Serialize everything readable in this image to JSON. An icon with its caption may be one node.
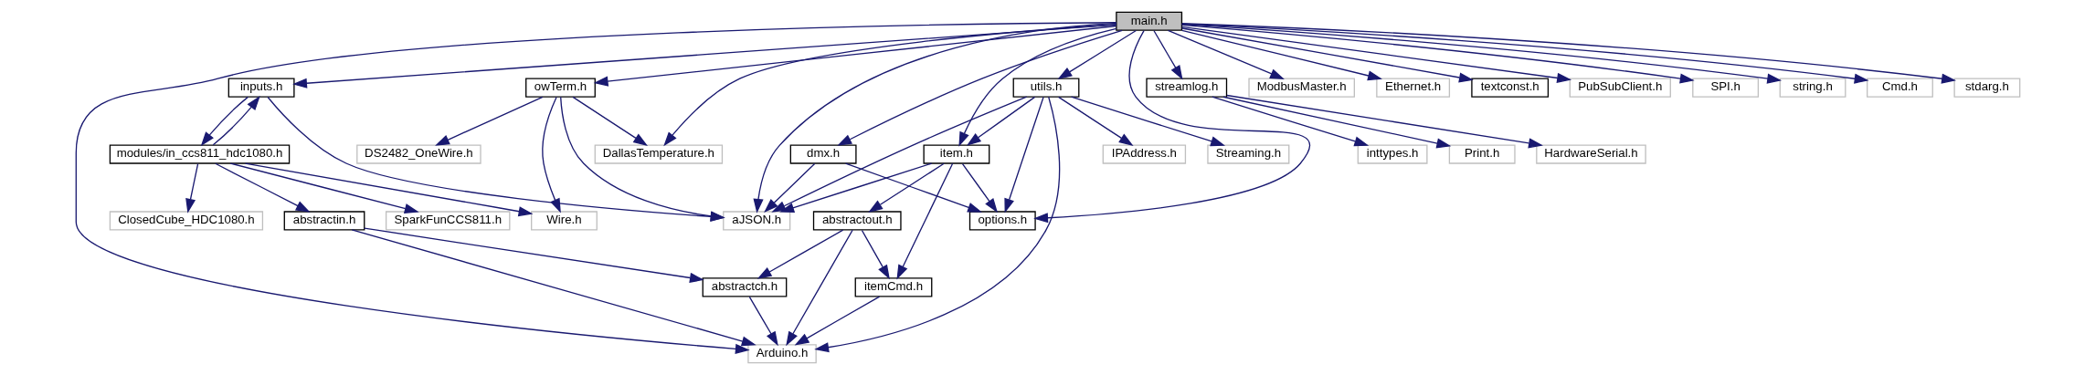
{
  "diagram": {
    "nodes": [
      {
        "text": [
          "main.h"
        ]
      },
      {
        "text": [
          "utils.h"
        ]
      },
      {
        "text": [
          "owTerm.h"
        ]
      },
      {
        "text": [
          "inputs.h"
        ]
      },
      {
        "text": [
          "streamlog.h"
        ]
      },
      {
        "text": [
          "ModbusMaster.h"
        ]
      },
      {
        "text": [
          "Ethernet.h"
        ]
      },
      {
        "text": [
          "textconst.h"
        ]
      },
      {
        "text": [
          "PubSubClient.h"
        ]
      },
      {
        "text": [
          "SPI.h"
        ]
      },
      {
        "text": [
          "string.h"
        ]
      },
      {
        "text": [
          "Cmd.h"
        ]
      },
      {
        "text": [
          "stdarg.h"
        ]
      },
      {
        "text": [
          "item.h"
        ]
      },
      {
        "text": [
          "dmx.h"
        ]
      },
      {
        "text": [
          "IPAddress.h"
        ]
      },
      {
        "text": [
          "Streaming.h"
        ]
      },
      {
        "text": [
          "DallasTemperature.h"
        ]
      },
      {
        "text": [
          "DS2482_OneWire.h"
        ]
      },
      {
        "text": [
          "modules/in_ccs811_hdc1080.h"
        ]
      },
      {
        "text": [
          "Print.h"
        ]
      },
      {
        "text": [
          "HardwareSerial.h"
        ]
      },
      {
        "text": [
          "inttypes.h"
        ]
      },
      {
        "text": [
          "abstractout.h"
        ]
      },
      {
        "text": [
          "options.h"
        ]
      },
      {
        "text": [
          "aJSON.h"
        ]
      },
      {
        "text": [
          "Wire.h"
        ]
      },
      {
        "text": [
          "SparkFunCCS811.h"
        ]
      },
      {
        "text": [
          "abstractin.h"
        ]
      },
      {
        "text": [
          "ClosedCube_HDC1080.h"
        ]
      },
      {
        "text": [
          "itemCmd.h"
        ]
      },
      {
        "text": [
          "abstractch.h"
        ]
      },
      {
        "text": [
          "Arduino.h"
        ]
      }
    ],
    "edges": [
      {
        "from": 0,
        "to": 13,
        "arrow": "to"
      },
      {
        "from": 0,
        "to": 24,
        "arrow": "to"
      },
      {
        "from": 0,
        "to": 14,
        "arrow": "to"
      },
      {
        "from": 0,
        "to": 1,
        "arrow": "to"
      },
      {
        "from": 0,
        "to": 25,
        "arrow": "to"
      },
      {
        "from": 0,
        "to": 17,
        "arrow": "to"
      },
      {
        "from": 0,
        "to": 2,
        "arrow": "to"
      },
      {
        "from": 0,
        "to": 3,
        "arrow": "to"
      },
      {
        "from": 0,
        "to": 32,
        "arrow": "to"
      },
      {
        "from": 0,
        "to": 4,
        "arrow": "to"
      },
      {
        "from": 0,
        "to": 5,
        "arrow": "to"
      },
      {
        "from": 0,
        "to": 6,
        "arrow": "to"
      },
      {
        "from": 0,
        "to": 7,
        "arrow": "to"
      },
      {
        "from": 0,
        "to": 8,
        "arrow": "to"
      },
      {
        "from": 0,
        "to": 9,
        "arrow": "to"
      },
      {
        "from": 0,
        "to": 10,
        "arrow": "to"
      },
      {
        "from": 0,
        "to": 11,
        "arrow": "to"
      },
      {
        "from": 0,
        "to": 12,
        "arrow": "to"
      },
      {
        "from": 1,
        "to": 13,
        "arrow": "to"
      },
      {
        "from": 1,
        "to": 24,
        "arrow": "to"
      },
      {
        "from": 1,
        "to": 32,
        "arrow": "to"
      },
      {
        "from": 1,
        "to": 15,
        "arrow": "to"
      },
      {
        "from": 1,
        "to": 16,
        "arrow": "to"
      },
      {
        "from": 1,
        "to": 25,
        "arrow": "to"
      },
      {
        "from": 13,
        "to": 24,
        "arrow": "to"
      },
      {
        "from": 13,
        "to": 25,
        "arrow": "to"
      },
      {
        "from": 13,
        "to": 23,
        "arrow": "to"
      },
      {
        "from": 13,
        "to": 30,
        "arrow": "to"
      },
      {
        "from": 14,
        "to": 24,
        "arrow": "to"
      },
      {
        "from": 14,
        "to": 25,
        "arrow": "to"
      },
      {
        "from": 23,
        "to": 30,
        "arrow": "to"
      },
      {
        "from": 23,
        "to": 32,
        "arrow": "to"
      },
      {
        "from": 23,
        "to": 31,
        "arrow": "to"
      },
      {
        "from": 30,
        "to": 32,
        "arrow": "to"
      },
      {
        "from": 31,
        "to": 32,
        "arrow": "to"
      },
      {
        "from": 2,
        "to": 17,
        "arrow": "to"
      },
      {
        "from": 2,
        "to": 18,
        "arrow": "to"
      },
      {
        "from": 2,
        "to": 25,
        "arrow": "to"
      },
      {
        "from": 2,
        "to": 26,
        "arrow": "to"
      },
      {
        "from": 3,
        "to": 25,
        "arrow": "to"
      },
      {
        "from": 3,
        "to": 19,
        "arrow": "to"
      },
      {
        "from": 19,
        "to": 3,
        "arrow": "to"
      },
      {
        "from": 19,
        "to": 26,
        "arrow": "to"
      },
      {
        "from": 19,
        "to": 27,
        "arrow": "to"
      },
      {
        "from": 19,
        "to": 28,
        "arrow": "to"
      },
      {
        "from": 19,
        "to": 29,
        "arrow": "to"
      },
      {
        "from": 28,
        "to": 31,
        "arrow": "to"
      },
      {
        "from": 28,
        "to": 32,
        "arrow": "to"
      },
      {
        "from": 4,
        "to": 20,
        "arrow": "to"
      },
      {
        "from": 4,
        "to": 21,
        "arrow": "to"
      },
      {
        "from": 4,
        "to": 22,
        "arrow": "to"
      }
    ]
  }
}
